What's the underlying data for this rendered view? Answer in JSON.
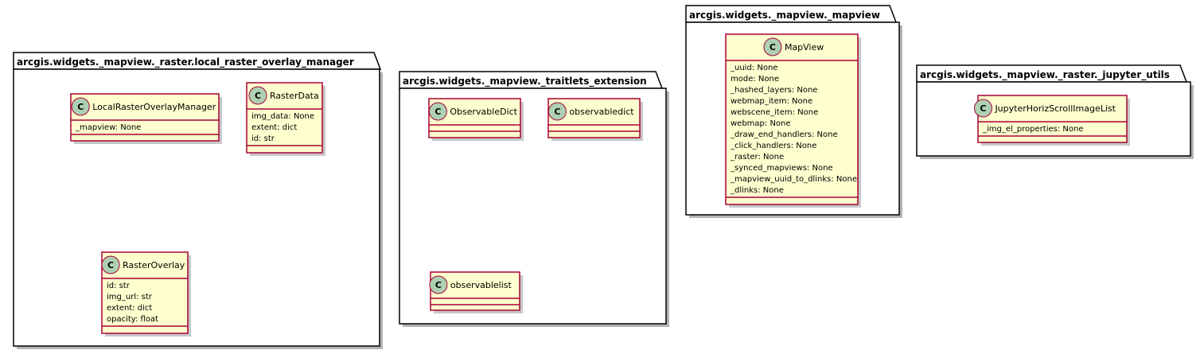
{
  "packages": [
    {
      "name": "arcgis.widgets._mapview._raster.local_raster_overlay_manager",
      "classes": [
        {
          "name": "LocalRasterOverlayManager",
          "attributes": [
            "_mapview: None"
          ]
        },
        {
          "name": "RasterData",
          "attributes": [
            "img_data: None",
            "extent: dict",
            "id: str"
          ]
        },
        {
          "name": "RasterOverlay",
          "attributes": [
            "id: str",
            "img_url: str",
            "extent: dict",
            "opacity: float"
          ]
        }
      ]
    },
    {
      "name": "arcgis.widgets._mapview._traitlets_extension",
      "classes": [
        {
          "name": "ObservableDict",
          "attributes": []
        },
        {
          "name": "observabledict",
          "attributes": []
        },
        {
          "name": "observablelist",
          "attributes": []
        }
      ]
    },
    {
      "name": "arcgis.widgets._mapview._mapview",
      "classes": [
        {
          "name": "MapView",
          "attributes": [
            "_uuid: None",
            "mode: None",
            "_hashed_layers: None",
            "webmap_item: None",
            "webscene_item: None",
            "webmap: None",
            "_draw_end_handlers: None",
            "_click_handlers: None",
            "_raster: None",
            "_synced_mapviews: None",
            "_mapview_uuid_to_dlinks: None",
            "_dlinks: None"
          ]
        }
      ]
    },
    {
      "name": "arcgis.widgets._mapview._raster._jupyter_utils",
      "classes": [
        {
          "name": "JupyterHorizScrollImageList",
          "attributes": [
            "_img_el_properties: None"
          ]
        }
      ]
    }
  ],
  "stereotype_letter": "C",
  "colors": {
    "class_fill": "#fefece",
    "class_border": "#a80036",
    "stereotype_circle": "#add1b2",
    "package_border": "#000000"
  }
}
